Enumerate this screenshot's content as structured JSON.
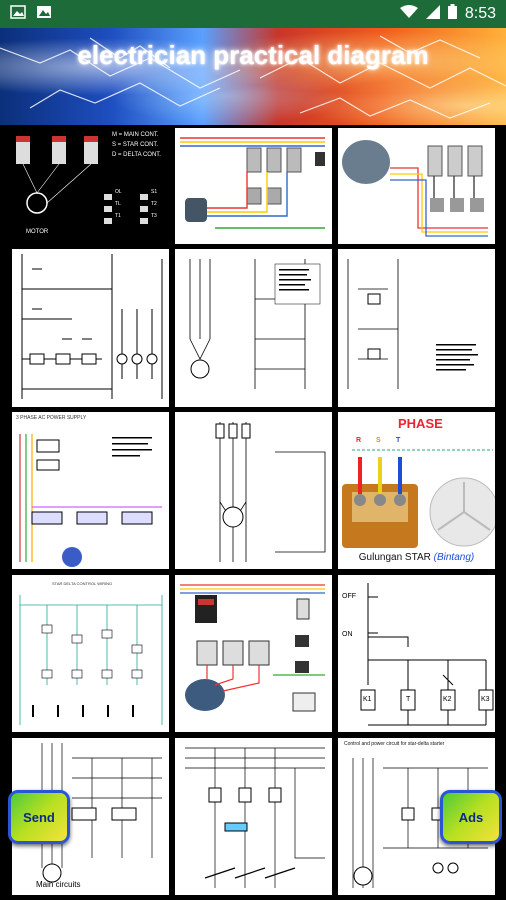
{
  "status_bar": {
    "time": "8:53",
    "left_icons": [
      "image-icon",
      "photo-icon"
    ],
    "right_icons": [
      "wifi-icon",
      "signal-icon",
      "battery-icon"
    ]
  },
  "header": {
    "title": "electrician practical diagram"
  },
  "tiles": [
    {
      "name": "tile-1",
      "caption_lines": [
        "M = MAIN CONT.",
        "S = STAR CONT.",
        "D = DELTA CONT."
      ],
      "labels": [
        "MOTOR",
        "OL",
        "S1",
        "TL",
        "T2",
        "T1",
        "T3"
      ]
    },
    {
      "name": "tile-2"
    },
    {
      "name": "tile-3"
    },
    {
      "name": "tile-4"
    },
    {
      "name": "tile-5"
    },
    {
      "name": "tile-6"
    },
    {
      "name": "tile-7",
      "caption": "3 PHASE AC POWER SUPPLY"
    },
    {
      "name": "tile-8"
    },
    {
      "name": "tile-9",
      "phase_title": "PHASE",
      "terminals": [
        "R",
        "S",
        "T"
      ],
      "caption": "Gulungan STAR",
      "caption_paren": "(Bintang)"
    },
    {
      "name": "tile-10",
      "caption": "STAR DELTA CONTROL WIRING"
    },
    {
      "name": "tile-11"
    },
    {
      "name": "tile-12",
      "labels": [
        "OFF",
        "ON",
        "K1",
        "T",
        "K2",
        "K3"
      ]
    },
    {
      "name": "tile-13",
      "caption": "Main circuits"
    },
    {
      "name": "tile-14"
    },
    {
      "name": "tile-15",
      "caption": "Control and power circuit for star-delta starter"
    }
  ],
  "buttons": {
    "send": "Send",
    "ads": "Ads"
  },
  "colors": {
    "status_bar": "#1e6b3a",
    "background": "#000000",
    "fab_border": "#2a56d6"
  }
}
